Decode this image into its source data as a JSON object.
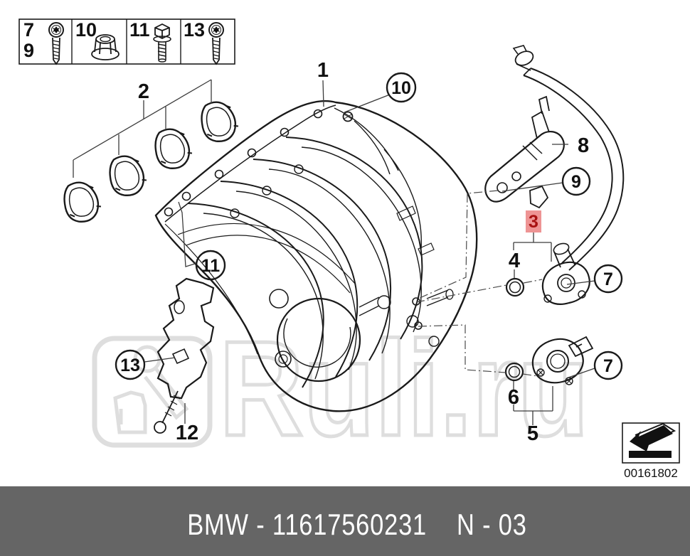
{
  "legend": {
    "cells": [
      {
        "num_top": "7",
        "num_bottom": "9",
        "icon": "torx-screw-icon"
      },
      {
        "num_top": "10",
        "num_bottom": "",
        "icon": "flange-nut-icon"
      },
      {
        "num_top": "11",
        "num_bottom": "",
        "icon": "hex-bolt-icon"
      },
      {
        "num_top": "13",
        "num_bottom": "",
        "icon": "torx-screw-icon"
      }
    ]
  },
  "callouts": {
    "c1": {
      "label": "1"
    },
    "c2": {
      "label": "2"
    },
    "c3": {
      "label": "3",
      "highlighted": true,
      "bg": "#ee9494",
      "color": "#a81111"
    },
    "c4": {
      "label": "4"
    },
    "c5": {
      "label": "5"
    },
    "c6": {
      "label": "6"
    },
    "c7a": {
      "label": "7"
    },
    "c7b": {
      "label": "7"
    },
    "c8": {
      "label": "8"
    },
    "c9": {
      "label": "9"
    },
    "c10": {
      "label": "10"
    },
    "c11": {
      "label": "11"
    },
    "c12": {
      "label": "12"
    },
    "c13": {
      "label": "13"
    }
  },
  "watermark": {
    "text": "Ruli.ru",
    "color": "#dedede"
  },
  "stamp": {
    "number": "00161802",
    "icon": "diagram-arrow-icon"
  },
  "footer": {
    "text_left": "BMW - 11617560231",
    "text_right": "N - 03",
    "bg": "#656565",
    "color": "#ffffff"
  }
}
